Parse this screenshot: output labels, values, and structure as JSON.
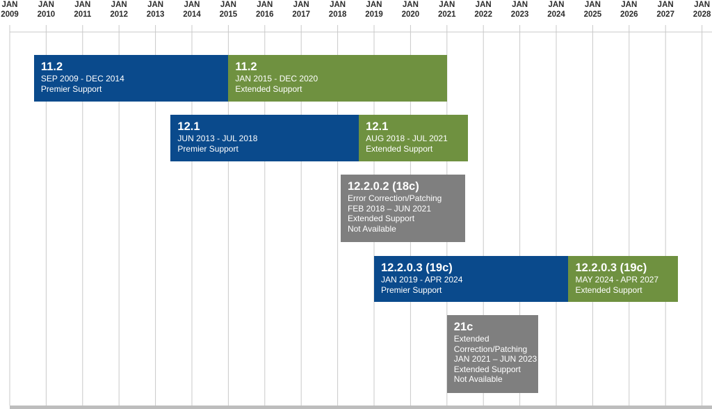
{
  "colors": {
    "premier": "#0a4a8c",
    "extended": "#6f9140",
    "unavailable": "#7f7f7f",
    "grid": "#c9c9c9",
    "baseline": "#bdbdbd"
  },
  "chart_data": {
    "type": "timeline",
    "x_axis": {
      "ticks": [
        {
          "label": "JAN",
          "year": "2009"
        },
        {
          "label": "JAN",
          "year": "2010"
        },
        {
          "label": "JAN",
          "year": "2011"
        },
        {
          "label": "JAN",
          "year": "2012"
        },
        {
          "label": "JAN",
          "year": "2013"
        },
        {
          "label": "JAN",
          "year": "2014"
        },
        {
          "label": "JAN",
          "year": "2015"
        },
        {
          "label": "JAN",
          "year": "2016"
        },
        {
          "label": "JAN",
          "year": "2017"
        },
        {
          "label": "JAN",
          "year": "2018"
        },
        {
          "label": "JAN",
          "year": "2019"
        },
        {
          "label": "JAN",
          "year": "2020"
        },
        {
          "label": "JAN",
          "year": "2021"
        },
        {
          "label": "JAN",
          "year": "2022"
        },
        {
          "label": "JAN",
          "year": "2023"
        },
        {
          "label": "JAN",
          "year": "2024"
        },
        {
          "label": "JAN",
          "year": "2025"
        },
        {
          "label": "JAN",
          "year": "2026"
        },
        {
          "label": "JAN",
          "year": "2027"
        },
        {
          "label": "JAN",
          "year": "2028"
        }
      ],
      "range": [
        "2009-01",
        "2028-01"
      ],
      "grid": true
    },
    "bars": [
      {
        "id": "11-2-premier",
        "kind": "premier",
        "start": "2009-09",
        "end": "2014-12",
        "title": "11.2",
        "lines": [
          "SEP 2009 - DEC 2014",
          "Premier Support"
        ]
      },
      {
        "id": "11-2-extended",
        "kind": "extended",
        "start": "2015-01",
        "end": "2020-12",
        "title": "11.2",
        "lines": [
          "JAN 2015 - DEC 2020",
          "Extended Support"
        ]
      },
      {
        "id": "12-1-premier",
        "kind": "premier",
        "start": "2013-06",
        "end": "2018-07",
        "title": "12.1",
        "lines": [
          "JUN 2013 - JUL 2018",
          "Premier Support"
        ]
      },
      {
        "id": "12-1-extended",
        "kind": "extended",
        "start": "2018-08",
        "end": "2021-07",
        "title": "12.1",
        "lines": [
          "AUG 2018 - JUL 2021",
          "Extended Support"
        ]
      },
      {
        "id": "12-2-0-2-patching",
        "kind": "unavailable",
        "start": "2018-02",
        "end": "2021-06",
        "title": "12.2.0.2 (18c)",
        "lines": [
          "Error Correction/Patching",
          "FEB 2018 – JUN 2021",
          "Extended Support",
          "Not Available"
        ]
      },
      {
        "id": "12-2-0-3-premier",
        "kind": "premier",
        "start": "2019-01",
        "end": "2024-04",
        "title": "12.2.0.3 (19c)",
        "lines": [
          "JAN 2019 - APR 2024",
          "Premier Support"
        ]
      },
      {
        "id": "12-2-0-3-extended",
        "kind": "extended",
        "start": "2024-05",
        "end": "2027-04",
        "title": "12.2.0.3 (19c)",
        "lines": [
          "MAY 2024 - APR 2027",
          "Extended Support"
        ]
      },
      {
        "id": "21c-patching",
        "kind": "unavailable",
        "start": "2021-01",
        "end": "2023-06",
        "title": "21c",
        "lines": [
          "Extended",
          "Correction/Patching",
          "JAN 2021 – JUN 2023",
          "Extended Support",
          "Not Available"
        ]
      }
    ]
  }
}
